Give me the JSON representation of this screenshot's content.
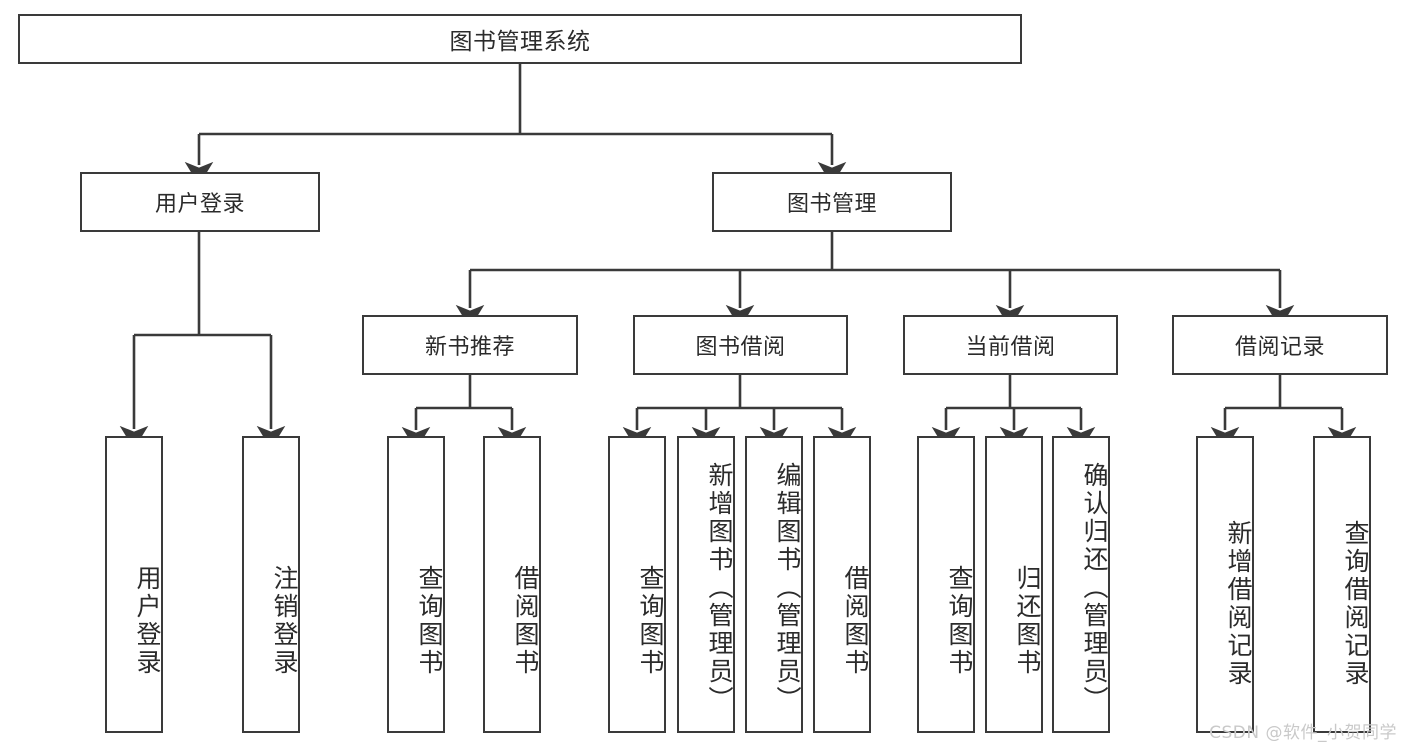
{
  "diagram": {
    "title": "图书管理系统",
    "watermark": "CSDN @软件_小贺同学",
    "stroke_color": "#3a3a3a",
    "text_color": "#2b2b2b",
    "background": "#ffffff",
    "watermark_color": "#c9c9c9",
    "type": "tree-hierarchy",
    "root": {
      "label": "图书管理系统",
      "children": [
        {
          "label": "用户登录",
          "children": [
            {
              "label": "用户登录"
            },
            {
              "label": "注销登录"
            }
          ]
        },
        {
          "label": "图书管理",
          "children": [
            {
              "label": "新书推荐",
              "children": [
                {
                  "label": "查询图书"
                },
                {
                  "label": "借阅图书"
                }
              ]
            },
            {
              "label": "图书借阅",
              "children": [
                {
                  "label": "查询图书"
                },
                {
                  "label": "新增图书（管理员）"
                },
                {
                  "label": "编辑图书（管理员）"
                },
                {
                  "label": "借阅图书"
                }
              ]
            },
            {
              "label": "当前借阅",
              "children": [
                {
                  "label": "查询图书"
                },
                {
                  "label": "归还图书"
                },
                {
                  "label": "确认归还（管理员）"
                }
              ]
            },
            {
              "label": "借阅记录",
              "children": [
                {
                  "label": "新增借阅记录"
                },
                {
                  "label": "查询借阅记录"
                }
              ]
            }
          ]
        }
      ]
    },
    "nodes": {
      "root": "图书管理系统",
      "l1_user_login": "用户登录",
      "l1_book_mgmt": "图书管理",
      "l2_new_book_rec": "新书推荐",
      "l2_book_borrow": "图书借阅",
      "l2_current_borrow": "当前借阅",
      "l2_borrow_record": "借阅记录",
      "leaf_user_login": "用户登录",
      "leaf_logout": "注销登录",
      "leaf_rec_query": "查询图书",
      "leaf_rec_borrow": "借阅图书",
      "leaf_bb_query": "查询图书",
      "leaf_bb_add": "新增图书（管理员）",
      "leaf_bb_edit": "编辑图书（管理员）",
      "leaf_bb_borrow": "借阅图书",
      "leaf_cb_query": "查询图书",
      "leaf_cb_return": "归还图书",
      "leaf_cb_confirm": "确认归还（管理员）",
      "leaf_br_add": "新增借阅记录",
      "leaf_br_query": "查询借阅记录"
    }
  }
}
